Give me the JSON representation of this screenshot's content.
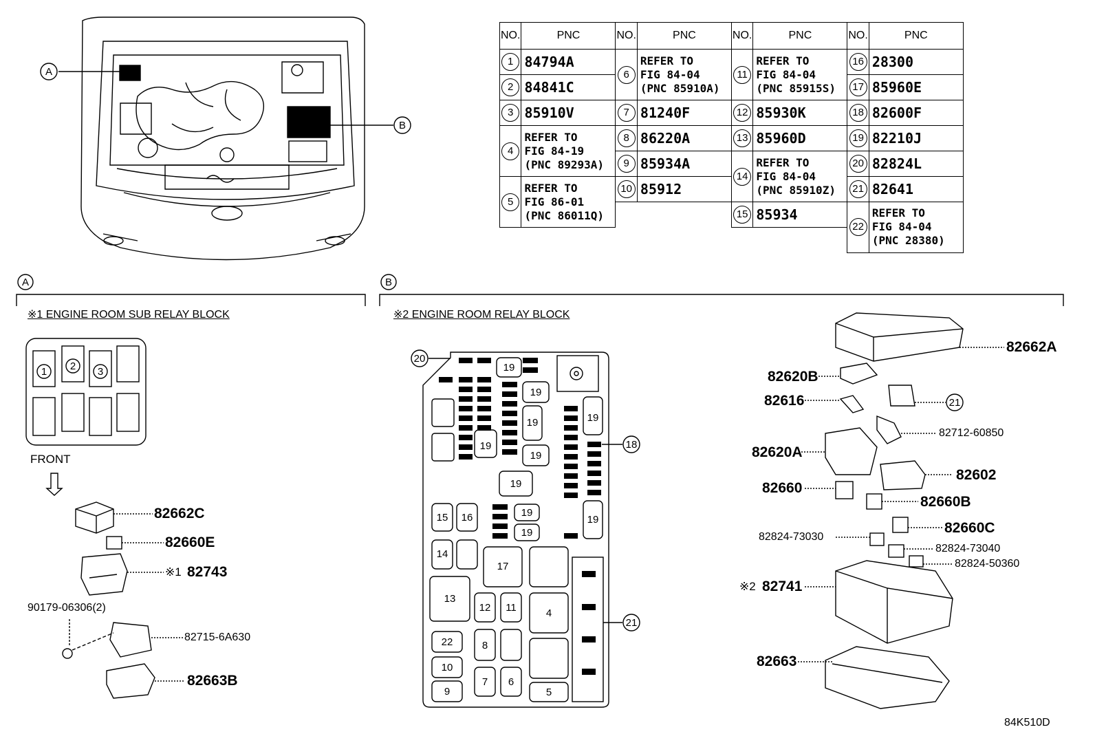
{
  "pnc_table": {
    "header_no": "NO.",
    "header_pnc": "PNC",
    "rows": [
      {
        "no": "1",
        "pnc": "84794A"
      },
      {
        "no": "2",
        "pnc": "84841C"
      },
      {
        "no": "3",
        "pnc": "85910V"
      },
      {
        "no": "4",
        "pnc": "REFER TO\nFIG 84-19\n(PNC 89293A)"
      },
      {
        "no": "5",
        "pnc": "REFER TO\nFIG 86-01\n(PNC 86011Q)"
      },
      {
        "no": "6",
        "pnc": "REFER TO\nFIG 84-04\n(PNC 85910A)"
      },
      {
        "no": "7",
        "pnc": "81240F"
      },
      {
        "no": "8",
        "pnc": "86220A"
      },
      {
        "no": "9",
        "pnc": "85934A"
      },
      {
        "no": "10",
        "pnc": "85912"
      },
      {
        "no": "11",
        "pnc": "REFER TO\nFIG 84-04\n(PNC 85915S)"
      },
      {
        "no": "12",
        "pnc": "85930K"
      },
      {
        "no": "13",
        "pnc": "85960D"
      },
      {
        "no": "14",
        "pnc": "REFER TO\nFIG 84-04\n(PNC 85910Z)"
      },
      {
        "no": "15",
        "pnc": "85934"
      },
      {
        "no": "16",
        "pnc": "28300"
      },
      {
        "no": "17",
        "pnc": "85960E"
      },
      {
        "no": "18",
        "pnc": "82600F"
      },
      {
        "no": "19",
        "pnc": "82210J"
      },
      {
        "no": "20",
        "pnc": "82824L"
      },
      {
        "no": "21",
        "pnc": "82641"
      },
      {
        "no": "22",
        "pnc": "REFER TO\nFIG 84-04\n(PNC 28380)"
      }
    ]
  },
  "callouts": {
    "a": "A",
    "b": "B"
  },
  "section_a": {
    "title": "※1 ENGINE ROOM SUB RELAY BLOCK",
    "front_label": "FRONT",
    "slots": [
      "1",
      "2",
      "3"
    ],
    "parts": {
      "p1": "82662C",
      "p2": "82660E",
      "p3_mark": "※1",
      "p3": "82743",
      "p4": "90179-06306(2)",
      "p5": "82715-6A630",
      "p6": "82663B"
    }
  },
  "section_b": {
    "title": "※2 ENGINE ROOM RELAY BLOCK",
    "parts": {
      "q1": "82662A",
      "q2": "82620B",
      "q3": "82616",
      "q4": "21",
      "q5": "82712-60850",
      "q6": "82620A",
      "q7": "82602",
      "q8": "82660",
      "q9": "82660B",
      "q10": "82660C",
      "q11": "82824-73030",
      "q12": "82824-73040",
      "q13": "82824-50360",
      "q14_mark": "※2",
      "q14": "82741",
      "q15": "82663"
    },
    "block_labels": {
      "l20": "20",
      "l18": "18",
      "l21": "21",
      "s19": "19",
      "s15": "15",
      "s16": "16",
      "s14": "14",
      "s17": "17",
      "s13": "13",
      "s12": "12",
      "s11": "11",
      "s4": "4",
      "s22": "22",
      "s8": "8",
      "s10": "10",
      "s9": "9",
      "s7": "7",
      "s6": "6",
      "s5": "5"
    }
  },
  "figure_code": "84K510D"
}
